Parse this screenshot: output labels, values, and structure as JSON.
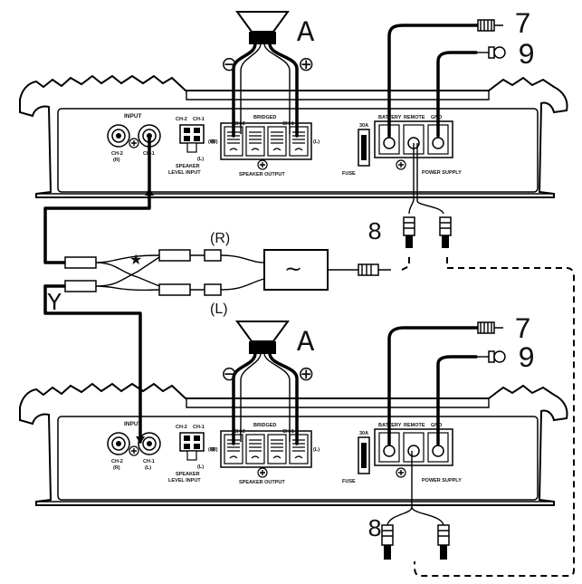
{
  "callouts": {
    "speaker": "A",
    "battery_wire": "7",
    "remote_wire": "8",
    "ground_wire": "9",
    "y_cable": "Y",
    "star": "★",
    "minus": "⊖",
    "plus": "⊕",
    "sine": "~",
    "right": "(R)",
    "left": "(L)"
  },
  "amp_upper": {
    "input": "INPUT",
    "ch2": "CH-2",
    "ch1": "CH-1",
    "r": "(R)",
    "l": "(L)",
    "speaker_level_input_1": "SPEAKER",
    "speaker_level_input_2": "LEVEL INPUT",
    "bridged": "BRIDGED",
    "speaker_output": "SPEAKER OUTPUT",
    "fuse_rating": "30A",
    "fuse": "FUSE",
    "battery": "BATTERY",
    "remote": "REMOTE",
    "gnd": "GND",
    "power_supply": "POWER SUPPLY"
  },
  "amp_lower": {
    "input": "INPUT",
    "ch2": "CH-2",
    "ch1": "CH-1",
    "r": "(R)",
    "l": "(L)",
    "speaker_level_input_1": "SPEAKER",
    "speaker_level_input_2": "LEVEL INPUT",
    "bridged": "BRIDGED",
    "speaker_output": "SPEAKER OUTPUT",
    "fuse_rating": "30A",
    "fuse": "FUSE",
    "battery": "BATTERY",
    "remote": "REMOTE",
    "gnd": "GND",
    "power_supply": "POWER SUPPLY"
  }
}
